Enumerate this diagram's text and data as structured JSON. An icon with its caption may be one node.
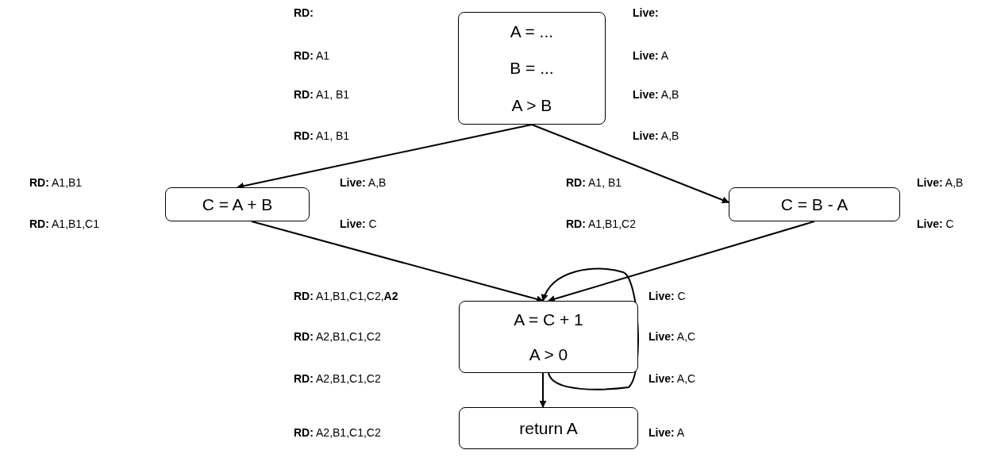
{
  "diagram": {
    "nodes": [
      {
        "text": [
          "A = ...",
          "B = ...",
          "A > B"
        ]
      },
      {
        "text": [
          "C = A + B"
        ]
      },
      {
        "text": [
          "C = B - A"
        ]
      },
      {
        "text": [
          "A = C + 1",
          "A > 0"
        ]
      },
      {
        "text": [
          "return A"
        ]
      }
    ],
    "edges": [
      {
        "from": 0,
        "to": 1,
        "arrow": "to"
      },
      {
        "from": 0,
        "to": 2,
        "arrow": "to"
      },
      {
        "from": 1,
        "to": 3,
        "arrow": "to"
      },
      {
        "from": 2,
        "to": 3,
        "arrow": "to"
      },
      {
        "from": 3,
        "to": 3,
        "arrow": "to"
      },
      {
        "from": 3,
        "to": 4,
        "arrow": "to"
      }
    ],
    "labels": [
      "RD:",
      "Live:",
      "**RD:** A1",
      "**Live:** A",
      "**RD:** A1, B1",
      "**Live:** A,B",
      "**RD:** A1, B1",
      "**Live:** A,B",
      "**RD:** A1,B1",
      "**Live:** A,B",
      "**RD:** A1, B1",
      "**Live:** A,B",
      "**RD:** A1,B1,C1",
      "**Live:** C",
      "**RD:** A1,B1,C2",
      "**Live:** C",
      "**RD:** A1,B1,C1,C2,**A2**",
      "**Live:** C",
      "**RD:** A2,B1,C1,C2",
      "**Live:** A,C",
      "**RD:** A2,B1,C1,C2",
      "**Live:** A,C",
      "**RD:** A2,B1,C1,C2",
      "**Live:** A"
    ]
  }
}
